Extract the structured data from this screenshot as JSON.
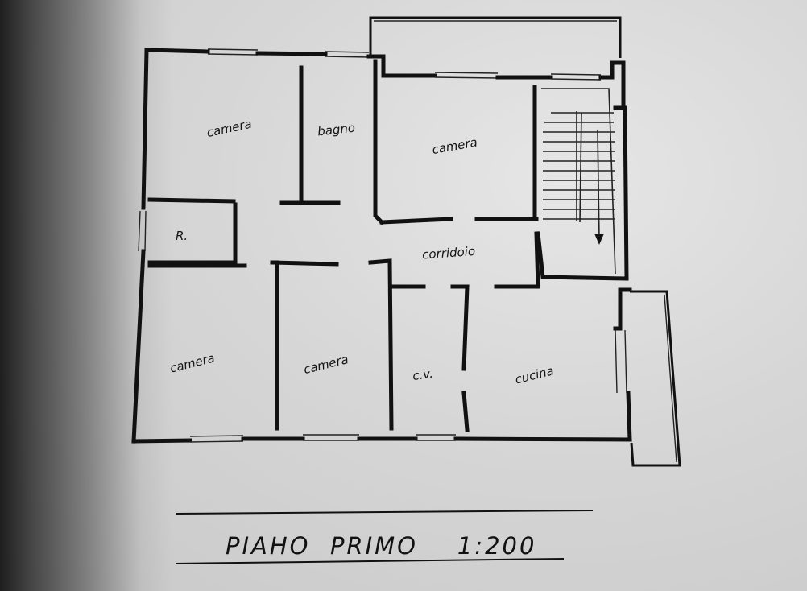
{
  "plan": {
    "rooms": {
      "camera_1": "camera",
      "bagno": "bagno",
      "camera_2": "camera",
      "ripostiglio": "R.",
      "corridoio": "corridoio",
      "camera_3": "camera",
      "camera_4": "camera",
      "cv": "c.v.",
      "cucina": "cucina"
    },
    "title": "PIAHO  PRIMO    1:200"
  },
  "colors": {
    "ink": "#111111",
    "paper": "#d6d6d6"
  }
}
